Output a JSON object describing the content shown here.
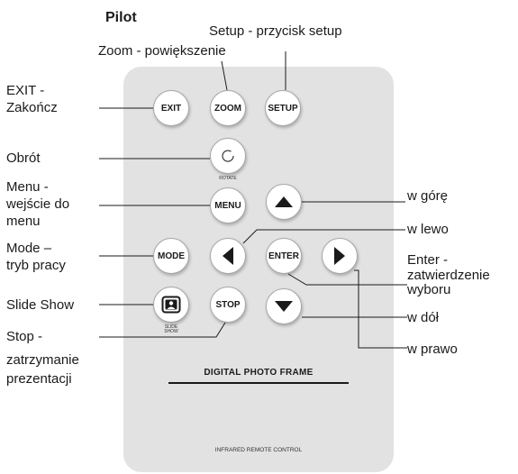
{
  "title": "Pilot",
  "labels": {
    "setup": "Setup - przycisk setup",
    "zoom": "Zoom - powiększenie",
    "exit_1": "EXIT -",
    "exit_2": "Zakończ",
    "rotate": "Obrót",
    "menu_1": "Menu -",
    "menu_2": "wejście do",
    "menu_3": "menu",
    "mode_1": "Mode –",
    "mode_2": "tryb pracy",
    "slideshow": "Slide Show",
    "stop_1": "Stop -",
    "stop_2": "zatrzymanie",
    "stop_3": "prezentacji",
    "up": "w górę",
    "left": "w lewo",
    "enter_1": "Enter -",
    "enter_2": "zatwierdzenie",
    "enter_3": "wyboru",
    "down": "w dół",
    "right": "w prawo"
  },
  "remote": {
    "buttons": {
      "exit": "EXIT",
      "zoom": "ZOOM",
      "setup": "SETUP",
      "menu": "MENU",
      "mode": "MODE",
      "enter": "ENTER",
      "stop": "STOP"
    },
    "rotate_caption": "ROTATE",
    "slideshow_caption_1": "SLIDE",
    "slideshow_caption_2": "SHOW",
    "brand": "DIGITAL PHOTO FRAME",
    "footer": "INFRARED REMOTE CONTROL",
    "colors": {
      "body": "#e2e2e2",
      "button": "#ffffff",
      "ink": "#1a1a1a"
    }
  }
}
